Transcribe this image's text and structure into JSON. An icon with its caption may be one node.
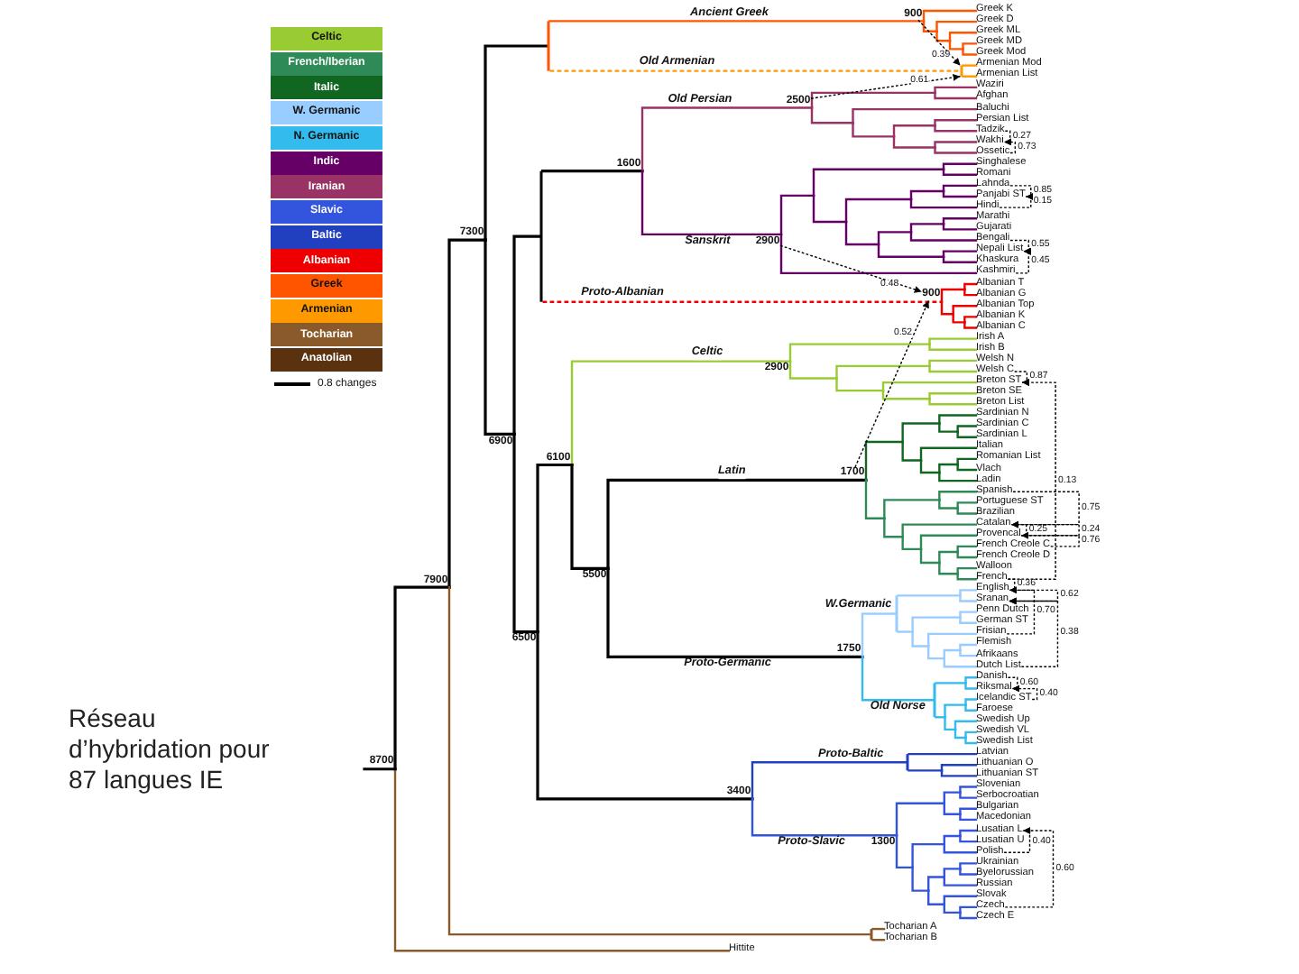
{
  "diagram": {
    "caption": "Réseau d’hybridation pour 87 langues IE",
    "nodes": [
      {
        "text": [
          "8700"
        ]
      },
      {
        "text": [
          "7900"
        ]
      },
      {
        "text": [
          "7300"
        ]
      },
      {
        "text": [],
        "shape": "bar"
      },
      {
        "text": [
          "900"
        ]
      },
      {
        "text": [
          "Greek K"
        ]
      },
      {
        "text": [
          "Greek D"
        ]
      },
      {
        "text": [
          "Greek ML"
        ]
      },
      {
        "text": [
          "Greek MD"
        ]
      },
      {
        "text": [
          "Greek Mod"
        ]
      },
      {
        "text": [],
        "shape": "bar"
      },
      {
        "text": [
          "Armenian Mod"
        ]
      },
      {
        "text": [
          "Armenian List"
        ]
      },
      {
        "text": [
          "6900"
        ]
      },
      {
        "text": [],
        "shape": "bar"
      },
      {
        "text": [
          "1600"
        ]
      },
      {
        "text": [
          "2500"
        ]
      },
      {
        "text": [
          "Waziri"
        ]
      },
      {
        "text": [
          "Afghan"
        ]
      },
      {
        "text": [
          "Baluchi"
        ]
      },
      {
        "text": [
          "Persian List"
        ]
      },
      {
        "text": [
          "Tadzik"
        ]
      },
      {
        "text": [
          "Wakhi"
        ]
      },
      {
        "text": [
          "Ossetic"
        ]
      },
      {
        "text": [
          "2900"
        ]
      },
      {
        "text": [
          "Singhalese"
        ]
      },
      {
        "text": [
          "Romani"
        ]
      },
      {
        "text": [
          "Lahnda"
        ]
      },
      {
        "text": [
          "Panjabi ST"
        ]
      },
      {
        "text": [
          "Hindi"
        ]
      },
      {
        "text": [
          "Marathi"
        ]
      },
      {
        "text": [
          "Gujarati"
        ]
      },
      {
        "text": [
          "Bengali"
        ]
      },
      {
        "text": [
          "Nepali List"
        ]
      },
      {
        "text": [
          "Khaskura"
        ]
      },
      {
        "text": [
          "Kashmiri"
        ]
      },
      {
        "text": [
          "900"
        ]
      },
      {
        "text": [
          "Albanian T"
        ]
      },
      {
        "text": [
          "Albanian G"
        ]
      },
      {
        "text": [
          "Albanian Top"
        ]
      },
      {
        "text": [
          "Albanian K"
        ]
      },
      {
        "text": [
          "Albanian C"
        ]
      },
      {
        "text": [
          "6500"
        ]
      },
      {
        "text": [
          "6100"
        ]
      },
      {
        "text": [
          "2900"
        ]
      },
      {
        "text": [
          "Irish A"
        ]
      },
      {
        "text": [
          "Irish B"
        ]
      },
      {
        "text": [
          "Welsh N"
        ]
      },
      {
        "text": [
          "Welsh C"
        ]
      },
      {
        "text": [
          "Breton ST"
        ]
      },
      {
        "text": [
          "Breton SE"
        ]
      },
      {
        "text": [
          "Breton List"
        ]
      },
      {
        "text": [
          "5500"
        ]
      },
      {
        "text": [
          "1700"
        ]
      },
      {
        "text": [
          "Sardinian N"
        ]
      },
      {
        "text": [
          "Sardinian C"
        ]
      },
      {
        "text": [
          "Sardinian L"
        ]
      },
      {
        "text": [
          "Italian"
        ]
      },
      {
        "text": [
          "Romanian List"
        ]
      },
      {
        "text": [
          "Vlach"
        ]
      },
      {
        "text": [
          "Ladin"
        ]
      },
      {
        "text": [
          "Spanish"
        ]
      },
      {
        "text": [
          "Portuguese ST"
        ]
      },
      {
        "text": [
          "Brazilian"
        ]
      },
      {
        "text": [
          "Catalan"
        ]
      },
      {
        "text": [
          "Provencal"
        ]
      },
      {
        "text": [
          "French Creole C"
        ]
      },
      {
        "text": [
          "French Creole D"
        ]
      },
      {
        "text": [
          "Walloon"
        ]
      },
      {
        "text": [
          "French"
        ]
      },
      {
        "text": [
          "1750"
        ]
      },
      {
        "text": [],
        "shape": "bar"
      },
      {
        "text": [
          "English"
        ]
      },
      {
        "text": [
          "Sranan"
        ]
      },
      {
        "text": [
          "Penn Dutch"
        ]
      },
      {
        "text": [
          "German ST"
        ]
      },
      {
        "text": [
          "Frisian"
        ]
      },
      {
        "text": [
          "Flemish"
        ]
      },
      {
        "text": [
          "Afrikaans"
        ]
      },
      {
        "text": [
          "Dutch List"
        ]
      },
      {
        "text": [],
        "shape": "bar"
      },
      {
        "text": [
          "Danish"
        ]
      },
      {
        "text": [
          "Riksmal"
        ]
      },
      {
        "text": [
          "Icelandic ST"
        ]
      },
      {
        "text": [
          "Faroese"
        ]
      },
      {
        "text": [
          "Swedish Up"
        ]
      },
      {
        "text": [
          "Swedish VL"
        ]
      },
      {
        "text": [
          "Swedish List"
        ]
      },
      {
        "text": [
          "3400"
        ]
      },
      {
        "text": [],
        "shape": "bar"
      },
      {
        "text": [
          "Latvian"
        ]
      },
      {
        "text": [
          "Lithuanian O"
        ]
      },
      {
        "text": [
          "Lithuanian ST"
        ]
      },
      {
        "text": [
          "1300"
        ]
      },
      {
        "text": [
          "Slovenian"
        ]
      },
      {
        "text": [
          "Serbocroatian"
        ]
      },
      {
        "text": [
          "Bulgarian"
        ]
      },
      {
        "text": [
          "Macedonian"
        ]
      },
      {
        "text": [
          "Lusatian L"
        ]
      },
      {
        "text": [
          "Lusatian U"
        ]
      },
      {
        "text": [
          "Polish"
        ]
      },
      {
        "text": [
          "Ukrainian"
        ]
      },
      {
        "text": [
          "Byelorussian"
        ]
      },
      {
        "text": [
          "Russian"
        ]
      },
      {
        "text": [
          "Slovak"
        ]
      },
      {
        "text": [
          "Czech"
        ]
      },
      {
        "text": [
          "Czech E"
        ]
      },
      {
        "text": [],
        "shape": "bar"
      },
      {
        "text": [
          "Tocharian A"
        ]
      },
      {
        "text": [
          "Tocharian B"
        ]
      },
      {
        "text": [
          "Hittite"
        ]
      }
    ],
    "edges": [
      {
        "from": null,
        "to": 0,
        "arrow": "none"
      },
      {
        "from": 0,
        "to": 1,
        "arrow": "none"
      },
      {
        "from": 0,
        "to": 110,
        "arrow": "none",
        "color": "#8b5a2b"
      },
      {
        "from": 1,
        "to": 2,
        "arrow": "none"
      },
      {
        "from": 1,
        "to": 107,
        "arrow": "none",
        "color": "#8b5a2b"
      },
      {
        "from": 2,
        "to": 3,
        "arrow": "none"
      },
      {
        "from": 2,
        "to": 13,
        "arrow": "none"
      },
      {
        "from": 3,
        "to": 4,
        "arrow": "none",
        "label": "Ancient Greek",
        "color": "#ff5500"
      },
      {
        "from": 3,
        "to": 10,
        "arrow": "none",
        "label": "Old Armenian",
        "style": "dashed",
        "color": "#ff9900"
      },
      {
        "from": 4,
        "to": 5,
        "arrow": "none",
        "color": "#ff5500"
      },
      {
        "from": 4,
        "to": 6,
        "arrow": "none",
        "color": "#ff5500"
      },
      {
        "from": 4,
        "to": 7,
        "arrow": "none",
        "color": "#ff5500"
      },
      {
        "from": 4,
        "to": 8,
        "arrow": "none",
        "color": "#ff5500"
      },
      {
        "from": 4,
        "to": 9,
        "arrow": "none",
        "color": "#ff5500"
      },
      {
        "from": 10,
        "to": 11,
        "arrow": "none",
        "color": "#ff9900"
      },
      {
        "from": 10,
        "to": 12,
        "arrow": "none",
        "color": "#ff9900"
      },
      {
        "from": 13,
        "to": 14,
        "arrow": "none"
      },
      {
        "from": 13,
        "to": 42,
        "arrow": "none"
      },
      {
        "from": 14,
        "to": 15,
        "arrow": "none"
      },
      {
        "from": 14,
        "to": 36,
        "arrow": "none",
        "label": "Proto-Albanian",
        "style": "dashed",
        "color": "#ee0000"
      },
      {
        "from": 15,
        "to": 16,
        "arrow": "none",
        "label": "Old Persian",
        "color": "#993366"
      },
      {
        "from": 15,
        "to": 24,
        "arrow": "none",
        "label": "Sanskrit",
        "color": "#660066"
      },
      {
        "from": 16,
        "to": 17,
        "arrow": "none",
        "color": "#993366"
      },
      {
        "from": 16,
        "to": 18,
        "arrow": "none",
        "color": "#993366"
      },
      {
        "from": 16,
        "to": 19,
        "arrow": "none",
        "color": "#993366"
      },
      {
        "from": 16,
        "to": 20,
        "arrow": "none",
        "color": "#993366"
      },
      {
        "from": 16,
        "to": 21,
        "arrow": "none",
        "color": "#993366"
      },
      {
        "from": 16,
        "to": 22,
        "arrow": "none",
        "color": "#993366"
      },
      {
        "from": 16,
        "to": 23,
        "arrow": "none",
        "color": "#993366"
      },
      {
        "from": 24,
        "to": 25,
        "arrow": "none",
        "color": "#660066"
      },
      {
        "from": 24,
        "to": 26,
        "arrow": "none",
        "color": "#660066"
      },
      {
        "from": 24,
        "to": 27,
        "arrow": "none",
        "color": "#660066"
      },
      {
        "from": 24,
        "to": 28,
        "arrow": "none",
        "color": "#660066"
      },
      {
        "from": 24,
        "to": 29,
        "arrow": "none",
        "color": "#660066"
      },
      {
        "from": 24,
        "to": 30,
        "arrow": "none",
        "color": "#660066"
      },
      {
        "from": 24,
        "to": 31,
        "arrow": "none",
        "color": "#660066"
      },
      {
        "from": 24,
        "to": 32,
        "arrow": "none",
        "color": "#660066"
      },
      {
        "from": 24,
        "to": 33,
        "arrow": "none",
        "color": "#660066"
      },
      {
        "from": 24,
        "to": 34,
        "arrow": "none",
        "color": "#660066"
      },
      {
        "from": 24,
        "to": 35,
        "arrow": "none",
        "color": "#660066"
      },
      {
        "from": 36,
        "to": 37,
        "arrow": "none",
        "color": "#ee0000"
      },
      {
        "from": 36,
        "to": 38,
        "arrow": "none",
        "color": "#ee0000"
      },
      {
        "from": 36,
        "to": 39,
        "arrow": "none",
        "color": "#ee0000"
      },
      {
        "from": 36,
        "to": 40,
        "arrow": "none",
        "color": "#ee0000"
      },
      {
        "from": 36,
        "to": 41,
        "arrow": "none",
        "color": "#ee0000"
      },
      {
        "from": 42,
        "to": 43,
        "arrow": "none"
      },
      {
        "from": 42,
        "to": 88,
        "arrow": "none"
      },
      {
        "from": 43,
        "to": 44,
        "arrow": "none",
        "label": "Celtic",
        "color": "#99cc33"
      },
      {
        "from": 43,
        "to": 52,
        "arrow": "none"
      },
      {
        "from": 44,
        "to": 45,
        "arrow": "none",
        "color": "#99cc33"
      },
      {
        "from": 44,
        "to": 46,
        "arrow": "none",
        "color": "#99cc33"
      },
      {
        "from": 44,
        "to": 47,
        "arrow": "none",
        "color": "#99cc33"
      },
      {
        "from": 44,
        "to": 48,
        "arrow": "none",
        "color": "#99cc33"
      },
      {
        "from": 44,
        "to": 49,
        "arrow": "none",
        "color": "#99cc33"
      },
      {
        "from": 44,
        "to": 50,
        "arrow": "none",
        "color": "#99cc33"
      },
      {
        "from": 44,
        "to": 51,
        "arrow": "none",
        "color": "#99cc33"
      },
      {
        "from": 52,
        "to": 53,
        "arrow": "none",
        "label": "Latin"
      },
      {
        "from": 52,
        "to": 70,
        "arrow": "none",
        "label": "Proto-Germanic"
      },
      {
        "from": 53,
        "to": 54,
        "arrow": "none",
        "color": "#116622"
      },
      {
        "from": 53,
        "to": 55,
        "arrow": "none",
        "color": "#116622"
      },
      {
        "from": 53,
        "to": 56,
        "arrow": "none",
        "color": "#116622"
      },
      {
        "from": 53,
        "to": 57,
        "arrow": "none",
        "color": "#116622"
      },
      {
        "from": 53,
        "to": 58,
        "arrow": "none",
        "color": "#116622"
      },
      {
        "from": 53,
        "to": 59,
        "arrow": "none",
        "color": "#116622"
      },
      {
        "from": 53,
        "to": 60,
        "arrow": "none",
        "color": "#116622"
      },
      {
        "from": 53,
        "to": 61,
        "arrow": "none",
        "color": "#2e8b57"
      },
      {
        "from": 53,
        "to": 62,
        "arrow": "none",
        "color": "#2e8b57"
      },
      {
        "from": 53,
        "to": 63,
        "arrow": "none",
        "color": "#2e8b57"
      },
      {
        "from": 53,
        "to": 64,
        "arrow": "none",
        "color": "#2e8b57"
      },
      {
        "from": 53,
        "to": 65,
        "arrow": "none",
        "color": "#2e8b57"
      },
      {
        "from": 53,
        "to": 66,
        "arrow": "none",
        "color": "#2e8b57"
      },
      {
        "from": 53,
        "to": 67,
        "arrow": "none",
        "color": "#2e8b57"
      },
      {
        "from": 53,
        "to": 68,
        "arrow": "none",
        "color": "#2e8b57"
      },
      {
        "from": 53,
        "to": 69,
        "arrow": "none",
        "color": "#2e8b57"
      },
      {
        "from": 70,
        "to": 71,
        "arrow": "none",
        "label": "W.Germanic",
        "color": "#99ccff"
      },
      {
        "from": 70,
        "to": 80,
        "arrow": "none",
        "label": "Old Norse",
        "color": "#33bbee"
      },
      {
        "from": 71,
        "to": 72,
        "arrow": "none",
        "color": "#99ccff"
      },
      {
        "from": 71,
        "to": 73,
        "arrow": "none",
        "color": "#99ccff"
      },
      {
        "from": 71,
        "to": 74,
        "arrow": "none",
        "color": "#99ccff"
      },
      {
        "from": 71,
        "to": 75,
        "arrow": "none",
        "color": "#99ccff"
      },
      {
        "from": 71,
        "to": 76,
        "arrow": "none",
        "color": "#99ccff"
      },
      {
        "from": 71,
        "to": 77,
        "arrow": "none",
        "color": "#99ccff"
      },
      {
        "from": 71,
        "to": 78,
        "arrow": "none",
        "color": "#99ccff"
      },
      {
        "from": 71,
        "to": 79,
        "arrow": "none",
        "color": "#99ccff"
      },
      {
        "from": 80,
        "to": 81,
        "arrow": "none",
        "color": "#33bbee"
      },
      {
        "from": 80,
        "to": 82,
        "arrow": "none",
        "color": "#33bbee"
      },
      {
        "from": 80,
        "to": 83,
        "arrow": "none",
        "color": "#33bbee"
      },
      {
        "from": 80,
        "to": 84,
        "arrow": "none",
        "color": "#33bbee"
      },
      {
        "from": 80,
        "to": 85,
        "arrow": "none",
        "color": "#33bbee"
      },
      {
        "from": 80,
        "to": 86,
        "arrow": "none",
        "color": "#33bbee"
      },
      {
        "from": 80,
        "to": 87,
        "arrow": "none",
        "color": "#33bbee"
      },
      {
        "from": 88,
        "to": 89,
        "arrow": "none",
        "label": "Proto-Baltic",
        "color": "#2040c0"
      },
      {
        "from": 88,
        "to": 93,
        "arrow": "none",
        "label": "Proto-Slavic",
        "color": "#3355dd"
      },
      {
        "from": 89,
        "to": 90,
        "arrow": "none",
        "color": "#2040c0"
      },
      {
        "from": 89,
        "to": 91,
        "arrow": "none",
        "color": "#2040c0"
      },
      {
        "from": 89,
        "to": 92,
        "arrow": "none",
        "color": "#2040c0"
      },
      {
        "from": 93,
        "to": 94,
        "arrow": "none",
        "color": "#3355dd"
      },
      {
        "from": 93,
        "to": 95,
        "arrow": "none",
        "color": "#3355dd"
      },
      {
        "from": 93,
        "to": 96,
        "arrow": "none",
        "color": "#3355dd"
      },
      {
        "from": 93,
        "to": 97,
        "arrow": "none",
        "color": "#3355dd"
      },
      {
        "from": 93,
        "to": 98,
        "arrow": "none",
        "color": "#3355dd"
      },
      {
        "from": 93,
        "to": 99,
        "arrow": "none",
        "color": "#3355dd"
      },
      {
        "from": 93,
        "to": 100,
        "arrow": "none",
        "color": "#3355dd"
      },
      {
        "from": 93,
        "to": 101,
        "arrow": "none",
        "color": "#3355dd"
      },
      {
        "from": 93,
        "to": 102,
        "arrow": "none",
        "color": "#3355dd"
      },
      {
        "from": 93,
        "to": 103,
        "arrow": "none",
        "color": "#3355dd"
      },
      {
        "from": 93,
        "to": 104,
        "arrow": "none",
        "color": "#3355dd"
      },
      {
        "from": 93,
        "to": 105,
        "arrow": "none",
        "color": "#3355dd"
      },
      {
        "from": 93,
        "to": 106,
        "arrow": "none",
        "color": "#3355dd"
      },
      {
        "from": 107,
        "to": 108,
        "arrow": "none",
        "color": "#8b5a2b"
      },
      {
        "from": 107,
        "to": 109,
        "arrow": "none",
        "color": "#8b5a2b"
      },
      {
        "from": 4,
        "to": 10,
        "arrow": "to",
        "label": "0.39",
        "style": "dashed"
      },
      {
        "from": 16,
        "to": 10,
        "arrow": "to",
        "label": "0.61",
        "style": "dashed"
      },
      {
        "from": 21,
        "to": 22,
        "arrow": "to",
        "label": "0.27",
        "style": "dashed"
      },
      {
        "from": 23,
        "to": 22,
        "arrow": "to",
        "label": "0.73",
        "style": "dashed"
      },
      {
        "from": 29,
        "to": 28,
        "arrow": "to",
        "label": "0.15",
        "style": "dashed"
      },
      {
        "from": 27,
        "to": 28,
        "arrow": "to",
        "label": "0.85",
        "style": "dashed"
      },
      {
        "from": 32,
        "to": 33,
        "arrow": "to",
        "label": "0.55",
        "style": "dashed"
      },
      {
        "from": 35,
        "to": 33,
        "arrow": "to",
        "label": "0.45",
        "style": "dashed"
      },
      {
        "from": 24,
        "to": 36,
        "arrow": "to",
        "label": "0.48",
        "style": "dashed"
      },
      {
        "from": 53,
        "to": 36,
        "arrow": "to",
        "label": "0.52",
        "style": "dashed"
      },
      {
        "from": 48,
        "to": 49,
        "arrow": "to",
        "label": "0.87",
        "style": "dashed"
      },
      {
        "from": 69,
        "to": 49,
        "arrow": "to",
        "label": "0.13",
        "style": "dashed"
      },
      {
        "from": 61,
        "to": 64,
        "arrow": "to",
        "label": "0.75",
        "style": "dashed"
      },
      {
        "from": 65,
        "to": 64,
        "arrow": "to",
        "label": "0.25",
        "style": "dashed"
      },
      {
        "from": 64,
        "to": 65,
        "arrow": "to",
        "label": "0.24",
        "style": "dashed"
      },
      {
        "from": 66,
        "to": 65,
        "arrow": "to",
        "label": "0.76",
        "style": "dashed"
      },
      {
        "from": 69,
        "to": 72,
        "arrow": "to",
        "label": "0.36",
        "style": "dashed"
      },
      {
        "from": 76,
        "to": 72,
        "arrow": "to",
        "label": "0.70",
        "style": "dashed"
      },
      {
        "from": 72,
        "to": 73,
        "arrow": "to",
        "label": "0.62",
        "style": "dashed"
      },
      {
        "from": 79,
        "to": 73,
        "arrow": "to",
        "label": "0.38",
        "style": "dashed"
      },
      {
        "from": 81,
        "to": 82,
        "arrow": "to",
        "label": "0.60",
        "style": "dashed"
      },
      {
        "from": 83,
        "to": 82,
        "arrow": "to",
        "label": "0.40",
        "style": "dashed"
      },
      {
        "from": 100,
        "to": 98,
        "arrow": "to",
        "label": "0.40",
        "style": "dashed"
      },
      {
        "from": 105,
        "to": 98,
        "arrow": "to",
        "label": "0.60",
        "style": "dashed"
      }
    ],
    "legend": [
      {
        "text": "Celtic",
        "color": "#99cc33"
      },
      {
        "text": "French/Iberian",
        "color": "#2e8b57"
      },
      {
        "text": "Italic",
        "color": "#116622"
      },
      {
        "text": "W. Germanic",
        "color": "#99ccff"
      },
      {
        "text": "N. Germanic",
        "color": "#33bbee"
      },
      {
        "text": "Indic",
        "color": "#660066"
      },
      {
        "text": "Iranian",
        "color": "#993366"
      },
      {
        "text": "Slavic",
        "color": "#3355dd"
      },
      {
        "text": "Baltic",
        "color": "#2040c0"
      },
      {
        "text": "Albanian",
        "color": "#ee0000"
      },
      {
        "text": "Greek",
        "color": "#ff5500"
      },
      {
        "text": "Armenian",
        "color": "#ff9900"
      },
      {
        "text": "Tocharian",
        "color": "#8b5a2b"
      },
      {
        "text": "Anatolian",
        "color": "#5a3210"
      },
      {
        "text": "0.8 changes"
      }
    ]
  }
}
